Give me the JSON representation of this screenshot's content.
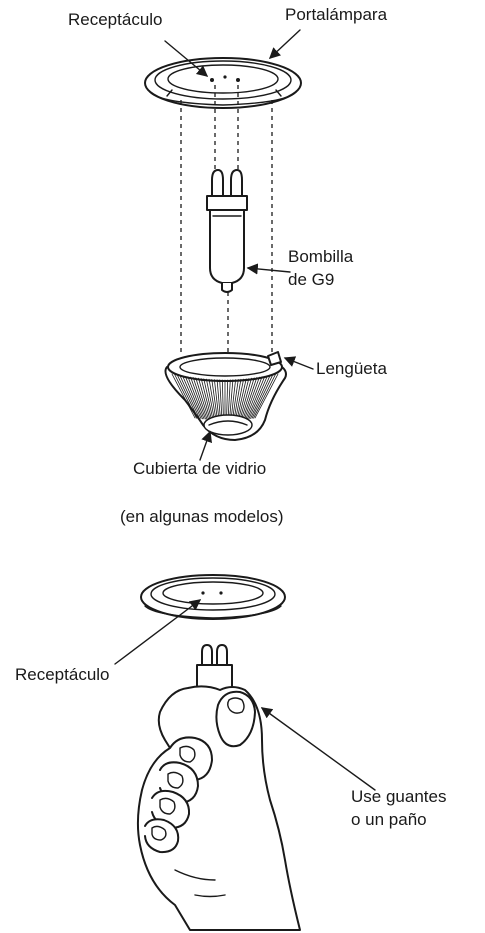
{
  "diagram": {
    "top": {
      "receptacle_label": "Receptáculo",
      "holder_label": "Portalámpara",
      "bulb_label_line1": "Bombilla",
      "bulb_label_line2": "de G9",
      "tab_label": "Lengüeta",
      "cover_label": "Cubierta de vidrio",
      "note": "(en algunas modelos)"
    },
    "bottom": {
      "receptacle_label": "Receptáculo",
      "gloves_line1": "Use guantes",
      "gloves_line2": "o un paño"
    },
    "colors": {
      "line": "#1a1a1a",
      "background": "#ffffff"
    }
  }
}
